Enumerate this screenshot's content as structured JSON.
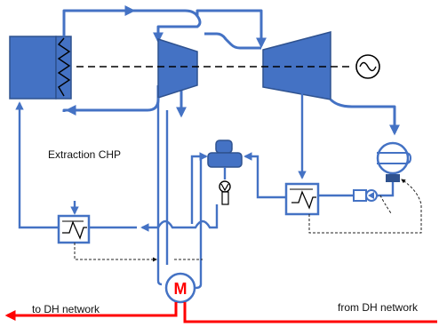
{
  "labels": {
    "diagram_title": "Extraction CHP",
    "to_dh": "to DH network",
    "from_dh": "from DH network",
    "heat_exchanger_symbol": "M"
  },
  "colors": {
    "pipe": "#4472c4",
    "pipe_dark": "#2f528f",
    "district_heating": "#ff0000",
    "control_line": "#222222"
  },
  "icons": {
    "boiler": "boiler-icon",
    "hp_turbine": "turbine-icon",
    "lp_turbine": "turbine-icon",
    "generator": "generator-icon",
    "condenser": "condenser-icon",
    "pump": "pump-icon",
    "preheater": "heat-exchanger-icon",
    "dh_heat_exchanger": "heat-exchanger-icon",
    "valve": "control-valve-icon"
  }
}
